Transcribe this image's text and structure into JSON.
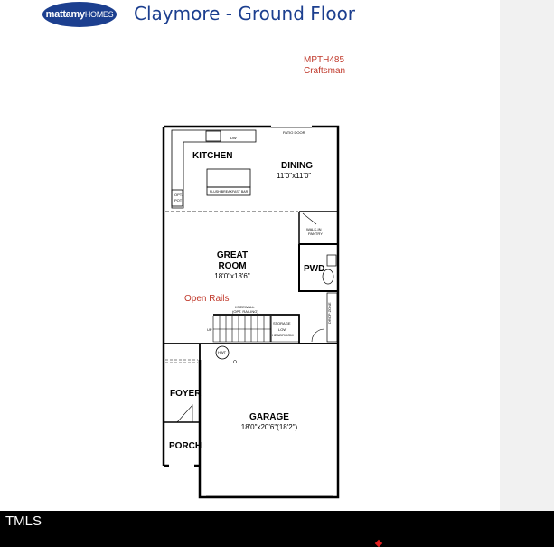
{
  "header": {
    "logo_text": "mattamy",
    "logo_text_suffix": "HOMES",
    "title": "Claymore - Ground Floor"
  },
  "model": {
    "code": "MPTH485",
    "style": "Craftsman"
  },
  "plan": {
    "rooms": {
      "kitchen": "KITCHEN",
      "dining": "DINING",
      "dining_size": "11'0\"x11'0\"",
      "great_room_line1": "GREAT",
      "great_room_line2": "ROOM",
      "great_room_size": "18'0\"x13'6\"",
      "pwd": "PWD",
      "foyer": "FOYER",
      "porch": "PORCH",
      "garage": "GARAGE",
      "garage_size": "18'0\"x20'6\"(18'2\")"
    },
    "labels": {
      "patio_door": "PATIO DOOR",
      "dw": "DW",
      "flush_breakfast_bar": "FLUSH BREAKFAST BAR",
      "opt_pot1": "OPT.",
      "opt_pot2": "POT",
      "walk_in_pantry1": "WALK-IN",
      "walk_in_pantry2": "PANTRY",
      "open_rails": "Open Rails",
      "kneewall1": "KNEEWALL",
      "kneewall2": "(OPT. RAILING)",
      "storage1": "STORAGE",
      "storage2": "LOW",
      "storage3": "HEADROOM",
      "up": "UP",
      "hwt": "HWT",
      "drop_zone": "DROP ZONE"
    }
  },
  "footer": {
    "brand": "TMLS"
  }
}
